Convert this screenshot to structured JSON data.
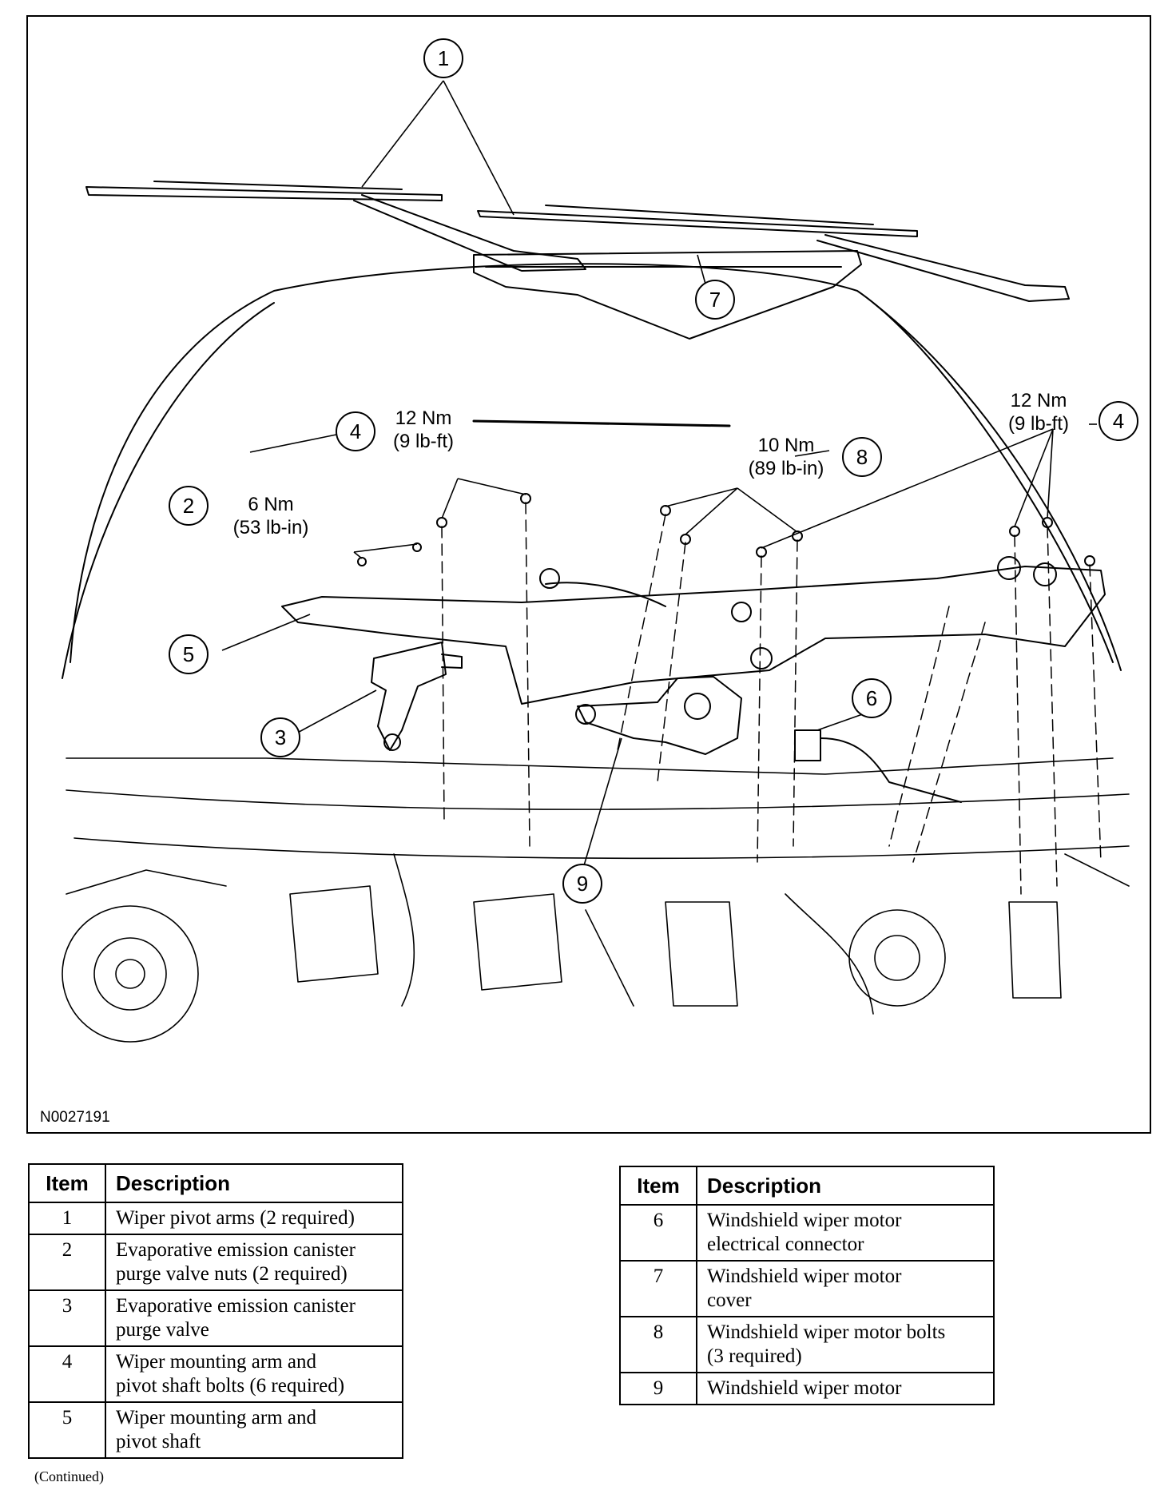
{
  "figure": {
    "id": "N0027191",
    "callouts": [
      {
        "num": "1"
      },
      {
        "num": "7"
      },
      {
        "num": "4"
      },
      {
        "num": "4"
      },
      {
        "num": "2"
      },
      {
        "num": "8"
      },
      {
        "num": "5"
      },
      {
        "num": "6"
      },
      {
        "num": "3"
      },
      {
        "num": "9"
      }
    ],
    "torques": {
      "t_4a_nm": "12 Nm",
      "t_4a_lbft": "(9 lb-ft)",
      "t_4b_nm": "12 Nm",
      "t_4b_lbft": "(9 lb-ft)",
      "t_2_nm": "6 Nm",
      "t_2_lbin": "(53 lb-in)",
      "t_8_nm": "10 Nm",
      "t_8_lbin": "(89 lb-in)"
    }
  },
  "table_left": {
    "header_item": "Item",
    "header_desc": "Description",
    "rows": [
      {
        "item": "1",
        "line1": "Wiper pivot arms (2 required)",
        "line2": ""
      },
      {
        "item": "2",
        "line1": "Evaporative emission canister",
        "line2": "purge valve nuts (2 required)"
      },
      {
        "item": "3",
        "line1": "Evaporative emission canister",
        "line2": "purge valve"
      },
      {
        "item": "4",
        "line1": "Wiper mounting arm and",
        "line2": "pivot shaft bolts (6 required)"
      },
      {
        "item": "5",
        "line1": "Wiper mounting arm and",
        "line2": "pivot shaft"
      }
    ]
  },
  "table_right": {
    "header_item": "Item",
    "header_desc": "Description",
    "rows": [
      {
        "item": "6",
        "line1": "Windshield wiper motor",
        "line2": "electrical connector"
      },
      {
        "item": "7",
        "line1": "Windshield wiper motor",
        "line2": "cover"
      },
      {
        "item": "8",
        "line1": "Windshield wiper motor bolts",
        "line2": "(3 required)"
      },
      {
        "item": "9",
        "line1": "Windshield wiper motor",
        "line2": ""
      }
    ]
  },
  "footer": {
    "continued": "(Continued)"
  }
}
